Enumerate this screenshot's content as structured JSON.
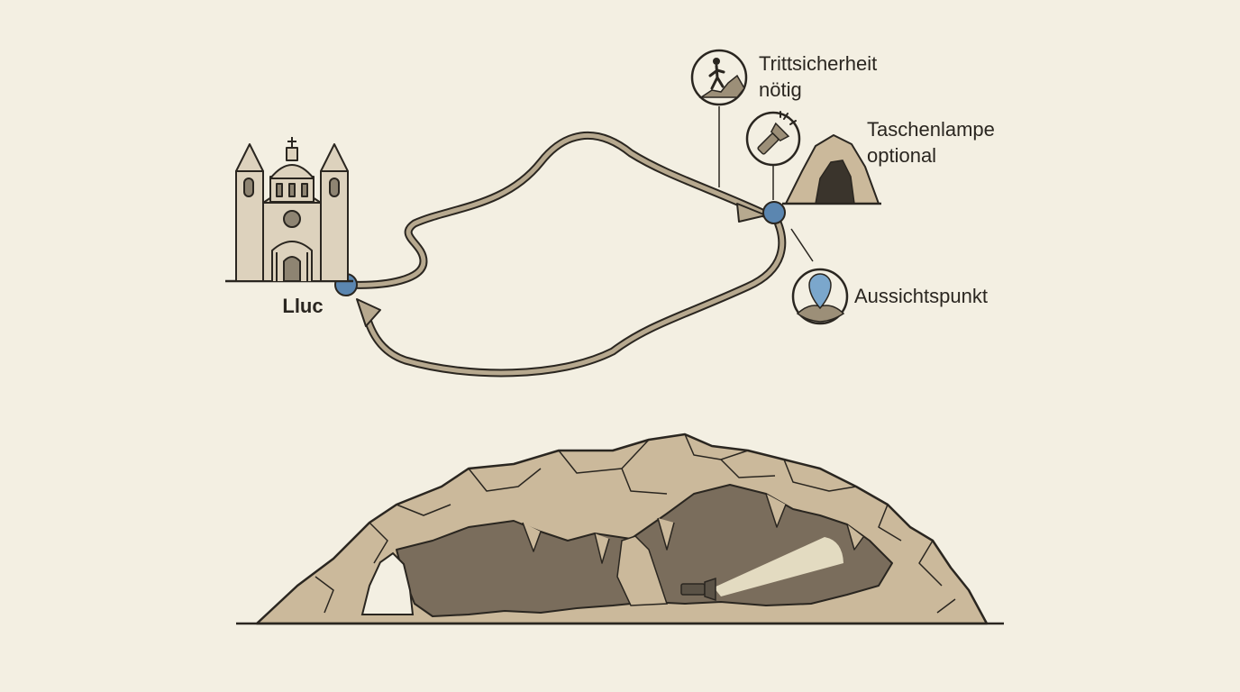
{
  "start": {
    "label": "Lluc",
    "icon": "monastery-icon"
  },
  "features": {
    "sure_footedness": {
      "line1": "Trittsicherheit",
      "line2": "nötig",
      "icon": "hiker-icon"
    },
    "flashlight": {
      "line1": "Taschenlampe",
      "line2": "optional",
      "icon": "flashlight-icon"
    },
    "viewpoint": {
      "label": "Aussichtspunkt",
      "icon": "location-pin-icon"
    }
  },
  "colors": {
    "background": "#f3efe2",
    "path": "#9c8f78",
    "waypoint": "#5b86b0",
    "outline": "#2a2620",
    "rock": "#cbb99b",
    "cave_interior": "#7a6d5c"
  }
}
